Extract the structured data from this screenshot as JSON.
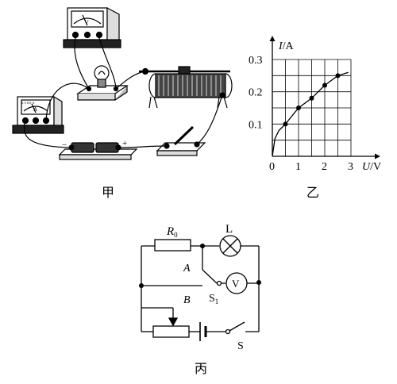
{
  "captions": {
    "jia": "甲",
    "yi": "乙",
    "bing": "丙"
  },
  "chart_data": {
    "type": "line",
    "xlabel_var": "U",
    "xlabel_unit": "/V",
    "ylabel_var": "I",
    "ylabel_unit": "/A",
    "xlim": [
      0,
      3
    ],
    "ylim": [
      0,
      0.3
    ],
    "xticks": [
      "0",
      "1",
      "2",
      "3"
    ],
    "yticks": [
      "0.1",
      "0.2",
      "0.3"
    ],
    "grid": true,
    "curve": {
      "x": [
        0,
        0.1,
        0.25,
        0.5,
        1.0,
        1.5,
        2.0,
        2.5,
        2.9
      ],
      "y": [
        0,
        0.055,
        0.08,
        0.1,
        0.15,
        0.18,
        0.22,
        0.25,
        0.26
      ]
    },
    "points": {
      "x": [
        0.5,
        1.0,
        1.5,
        2.0,
        2.5
      ],
      "y": [
        0.1,
        0.15,
        0.18,
        0.22,
        0.25
      ]
    }
  },
  "circuit": {
    "R0_main": "R",
    "R0_sub": "0",
    "L": "L",
    "V": "V",
    "A": "A",
    "B": "B",
    "S1_main": "S",
    "S1_sub": "1",
    "S": "S"
  },
  "meters": {
    "voltmeter": "V",
    "ammeter": "A",
    "amm_scale": "0.3 0.6 A"
  },
  "battery_signs": {
    "minus": "−",
    "plus": "+"
  }
}
